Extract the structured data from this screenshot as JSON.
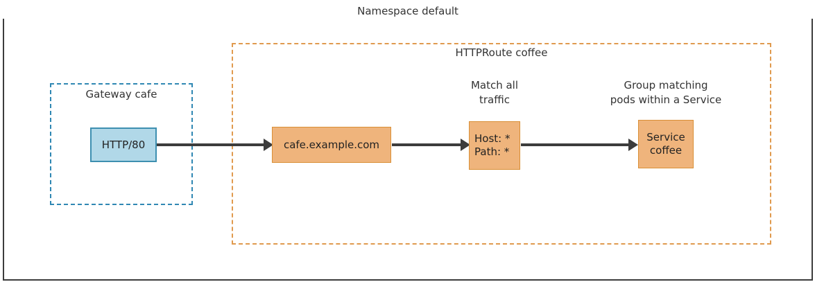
{
  "diagram": {
    "namespace": {
      "label": "Namespace default",
      "border_color": "#3c3c3c"
    },
    "httproute": {
      "label": "HTTPRoute coffee",
      "border_color": "#e09a4e"
    },
    "gateway": {
      "label": "Gateway cafe",
      "border_color": "#2f87b3"
    },
    "nodes": {
      "listener": {
        "label": "HTTP/80",
        "fill": "#b1d8e8",
        "stroke": "#3d8fb0"
      },
      "hostname": {
        "label": "cafe.example.com",
        "fill": "#efb47c",
        "stroke": "#d98f36"
      },
      "match": {
        "line1": "Host: *",
        "line2": "Path: *",
        "fill": "#efb47c",
        "stroke": "#d98f36"
      },
      "service": {
        "line1": "Service",
        "line2": "coffee",
        "fill": "#efb47c",
        "stroke": "#d98f36"
      }
    },
    "annotations": {
      "match": {
        "line1": "Match all",
        "line2": "traffic"
      },
      "service": {
        "line1": "Group matching",
        "line2": "pods within a Service"
      }
    },
    "connectors": {
      "listener_to_hostname": "arrow",
      "hostname_to_match": "arrow",
      "match_to_service": "arrow",
      "color": "#3c3c3c"
    }
  }
}
